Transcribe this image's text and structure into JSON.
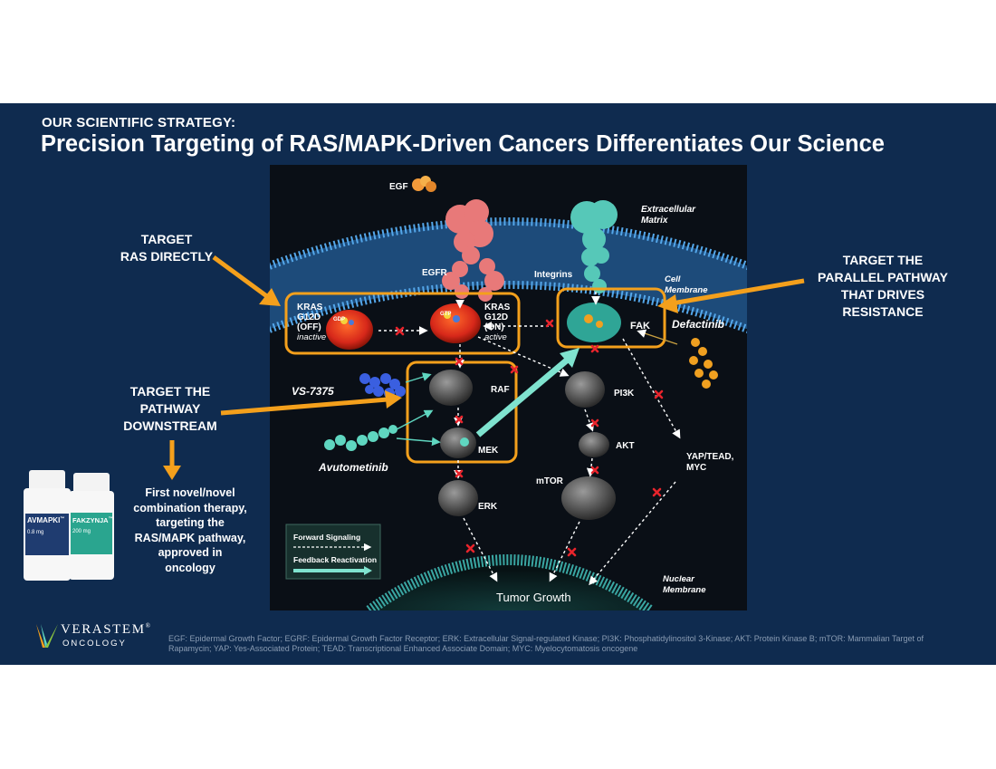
{
  "slide": {
    "kicker": "OUR SCIENTIFIC STRATEGY:",
    "title": "Precision Targeting of RAS/MAPK-Driven Cancers Differentiates Our Science"
  },
  "callouts": {
    "ras_line1": "TARGET",
    "ras_line2": "RAS DIRECTLY",
    "downstream_line1": "TARGET THE",
    "downstream_line2": "PATHWAY",
    "downstream_line3": "DOWNSTREAM",
    "parallel_line1": "TARGET THE",
    "parallel_line2": "PARALLEL PATHWAY",
    "parallel_line3": "THAT DRIVES",
    "parallel_line4": "RESISTANCE",
    "therapy_line1": "First novel/novel",
    "therapy_line2": "combination therapy,",
    "therapy_line3": "targeting the",
    "therapy_line4": "RAS/MAPK pathway,",
    "therapy_line5": "approved in",
    "therapy_line6": "oncology"
  },
  "diagram": {
    "egf": "EGF",
    "ecm_line1": "Extracellular",
    "ecm_line2": "Matrix",
    "egfr": "EGFR",
    "integrins": "Integrins",
    "cell_membrane_line1": "Cell",
    "cell_membrane_line2": "Membrane",
    "kras_off_line1": "KRAS",
    "kras_off_line2": "G12D",
    "kras_off_line3": "(OFF)",
    "kras_off_state": "inactive",
    "kras_on_line1": "KRAS",
    "kras_on_line2": "G12D",
    "kras_on_line3": "(ON)",
    "kras_on_state": "active",
    "gdp": "GDP",
    "gtp": "GTP",
    "fak": "FAK",
    "defactinib": "Defactinib",
    "vs7375": "VS-7375",
    "avutometinib": "Avutometinib",
    "raf": "RAF",
    "mek": "MEK",
    "erk": "ERK",
    "pi3k": "PI3K",
    "akt": "AKT",
    "mtor": "mTOR",
    "yap_line1": "YAP/TEAD,",
    "yap_line2": "MYC",
    "nuclear_membrane_line1": "Nuclear",
    "nuclear_membrane_line2": "Membrane",
    "tumor_growth": "Tumor Growth",
    "legend_forward": "Forward Signaling",
    "legend_feedback": "Feedback Reactivation"
  },
  "products": {
    "avmapki_name": "AVMAPKI",
    "avmapki_tm": "™",
    "avmapki_dose": "0.8 mg",
    "fakzynja_name": "FAKZYNJA",
    "fakzynja_tm": "™",
    "fakzynja_dose": "200 mg"
  },
  "logo": {
    "word": "VERASTEM",
    "reg": "®",
    "sub": "ONCOLOGY"
  },
  "footnote": "EGF: Epidermal Growth Factor; EGRF: Epidermal Growth Factor Receptor; ERK: Extracellular Signal-regulated Kinase; PI3K: Phosphatidylinositol 3-Kinase;  AKT: Protein Kinase B; mTOR: Mammalian Target of Rapamycin; YAP: Yes-Associated Protein; TEAD: Transcriptional Enhanced Associate Domain; MYC:  Myelocytomatosis oncogene",
  "colors": {
    "slide_bg": "#0f2b4f",
    "diagram_bg": "#0a0f16",
    "callout_orange": "#f4a01c",
    "membrane_blue": "#3b8fd6",
    "teal": "#5fd6c0",
    "inhibition_red": "#e8242c"
  }
}
